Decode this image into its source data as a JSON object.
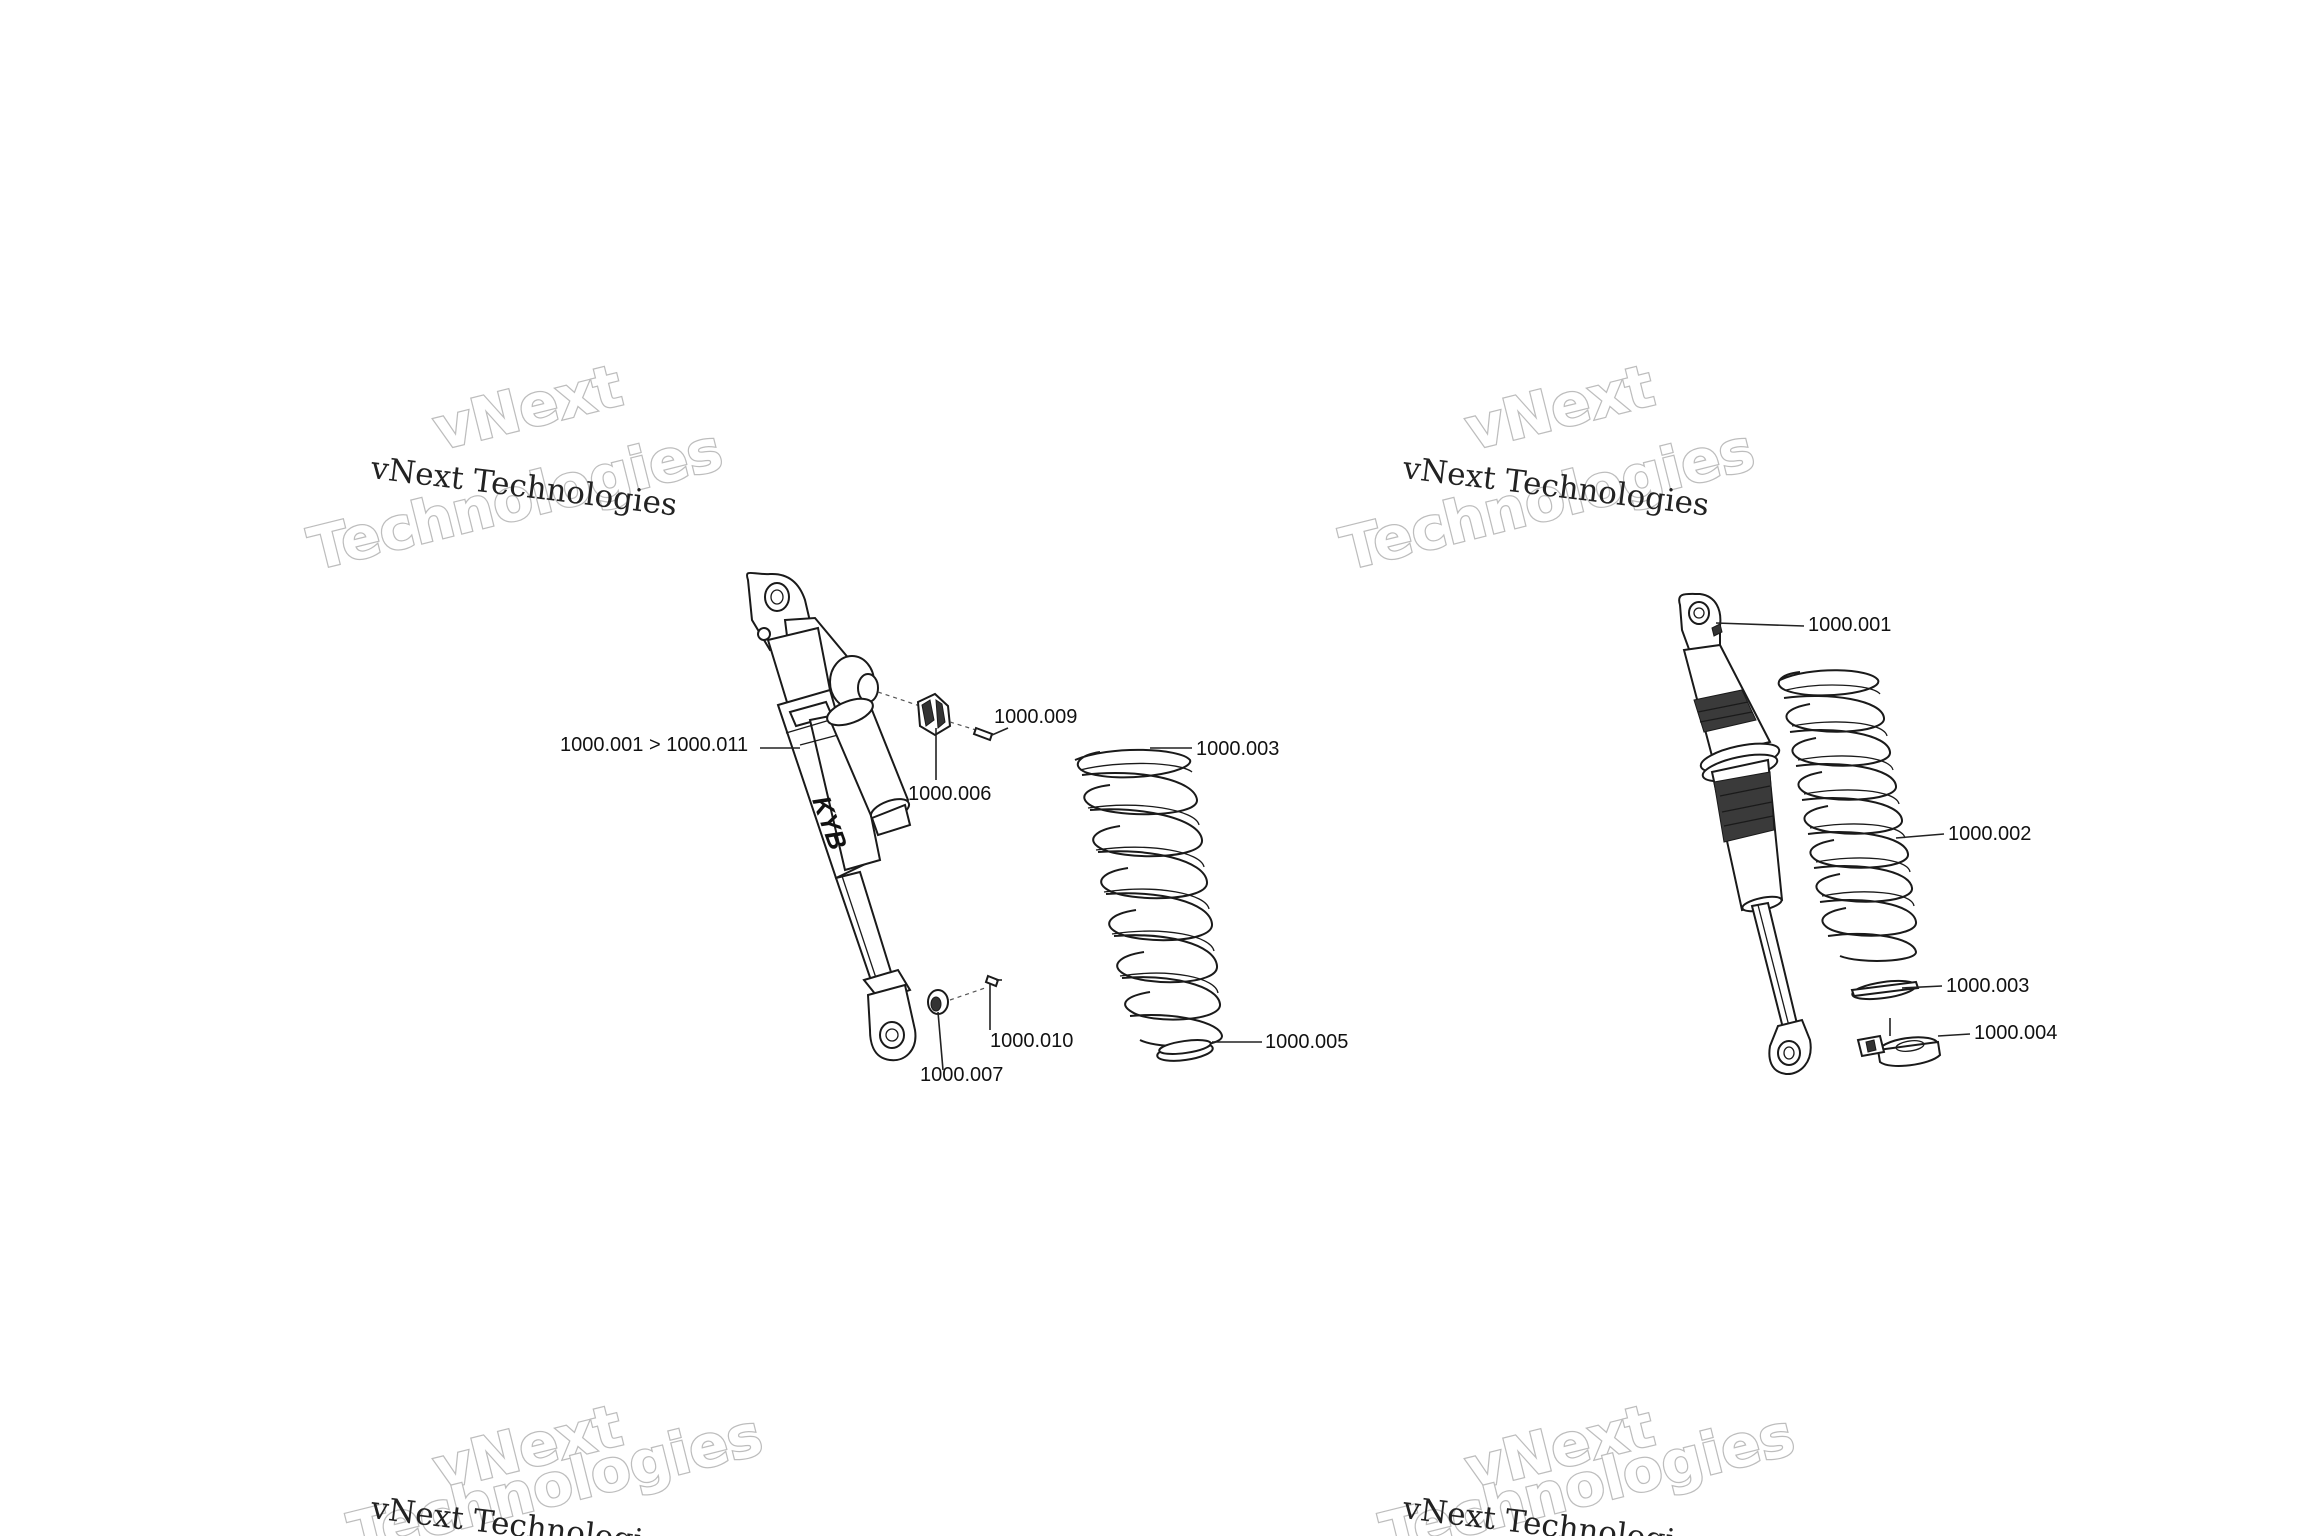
{
  "watermark": {
    "line_small": "vNext Technologies",
    "line_big_top": "vNext",
    "line_big_bottom": "Technologies"
  },
  "callouts_left": {
    "shock_range": "1000.001 > 1000.011",
    "spring": "1000.003",
    "reservoir_nut": "1000.006",
    "small_screw": "1000.009",
    "pin": "1000.010",
    "lower_nut": "1000.007",
    "spring_seat": "1000.005"
  },
  "callouts_right": {
    "shock": "1000.001",
    "spring": "1000.002",
    "seat": "1000.003",
    "retainer": "1000.004"
  },
  "logo": {
    "text": "KYB"
  }
}
